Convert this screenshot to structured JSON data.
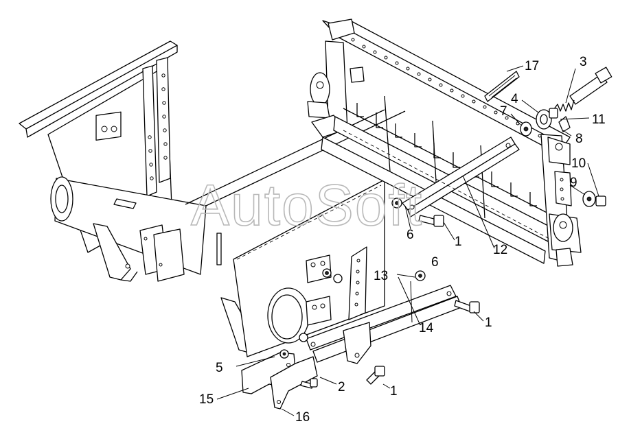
{
  "watermark": "AutoSoft",
  "callouts": [
    "1",
    "1",
    "1",
    "2",
    "3",
    "4",
    "5",
    "6",
    "6",
    "7",
    "8",
    "9",
    "10",
    "11",
    "12",
    "13",
    "14",
    "15",
    "16",
    "17"
  ]
}
